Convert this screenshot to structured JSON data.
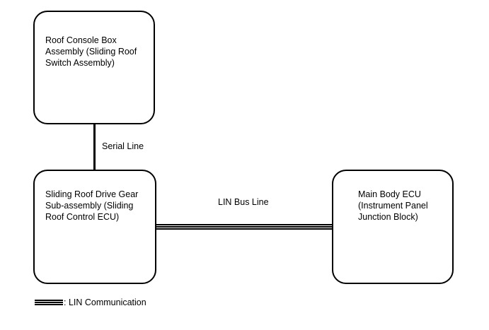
{
  "boxes": {
    "roof_console": {
      "lines": [
        "Roof Console Box",
        "Assembly (Sliding Roof",
        "Switch Assembly)"
      ]
    },
    "drive_gear": {
      "lines": [
        "Sliding Roof Drive Gear",
        "Sub-assembly (Sliding",
        "Roof Control ECU)"
      ]
    },
    "main_body": {
      "lines": [
        "Main Body ECU",
        "(Instrument Panel",
        "Junction Block)"
      ]
    }
  },
  "connections": {
    "serial_line_label": "Serial Line",
    "lin_bus_line_label": "LIN Bus Line"
  },
  "legend": {
    "label": ": LIN Communication"
  }
}
